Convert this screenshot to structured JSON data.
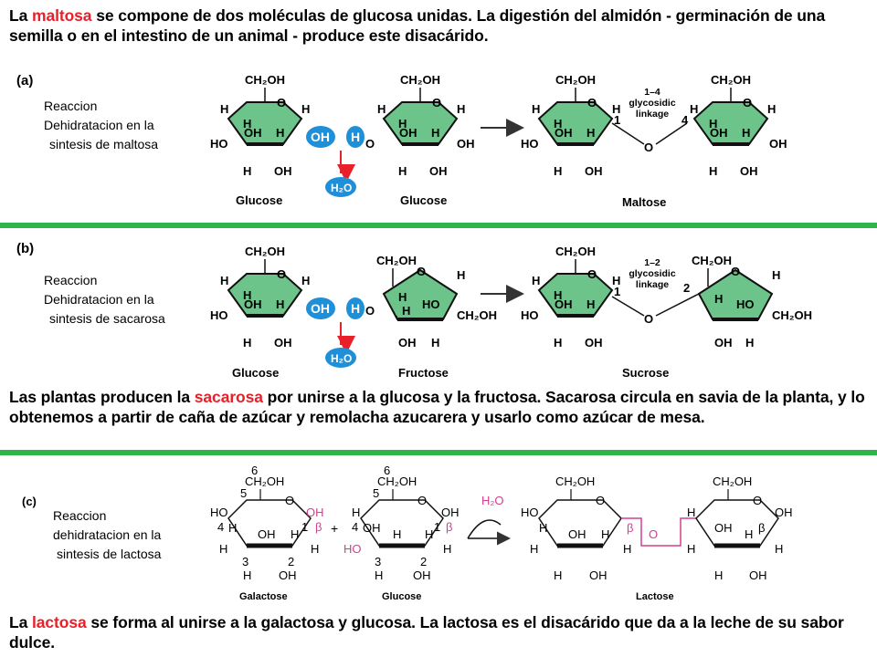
{
  "intro": {
    "p1_pre": "La ",
    "p1_red": "maltosa",
    "p1_post": " se compone de dos moléculas de glucosa unidas. La digestión del almidón - germinación de una semilla o en el intestino de un animal - produce este disacárido."
  },
  "section_a": {
    "label": "(a)",
    "desc_line1": "Reaccion",
    "desc_line2": "Dehidratacion  en  la",
    "desc_line3": "sintesis  de  maltosa",
    "mol1": "Glucose",
    "mol2": "Glucose",
    "product": "Maltose",
    "linkage_line1": "1–4",
    "linkage_line2": "glycosidic",
    "linkage_line3": "linkage",
    "oh": "OH",
    "h": "H",
    "water": "H2O"
  },
  "section_b": {
    "label": "(b)",
    "desc_line1": "Reaccion",
    "desc_line2": "Dehidratacion  en  la",
    "desc_line3": "sintesis  de  sacarosa",
    "mol1": "Glucose",
    "mol2": "Fructose",
    "product": "Sucrose",
    "linkage_line1": "1–2",
    "linkage_line2": "glycosidic",
    "linkage_line3": "linkage"
  },
  "middle": {
    "p_pre": "Las plantas producen la ",
    "p_red": "sacarosa",
    "p_post": " por unirse a la glucosa y la fructosa. Sacarosa circula en savia de la planta, y lo obtenemos a partir de caña de azúcar y remolacha azucarera y usarlo como azúcar de mesa."
  },
  "section_c": {
    "label": "(c)",
    "desc_line1": "Reaccion",
    "desc_line2": "dehidratacion  en  la",
    "desc_line3": "sintesis  de  lactosa",
    "mol1": "Galactose",
    "mol2": "Glucose",
    "product": "Lactose",
    "water": "H2O"
  },
  "outro": {
    "p_pre": "La ",
    "p_red": "lactosa",
    "p_post": " se forma al unirse a la galactosa y glucosa. La lactosa es el disacárido que da a la leche de su sabor dulce."
  },
  "colors": {
    "ring_fill": "#6cc48a",
    "accent_blue": "#1f8fd8",
    "arrow_red": "#e8202a",
    "divider_green": "#2db54a",
    "pink": "#d2418e"
  }
}
